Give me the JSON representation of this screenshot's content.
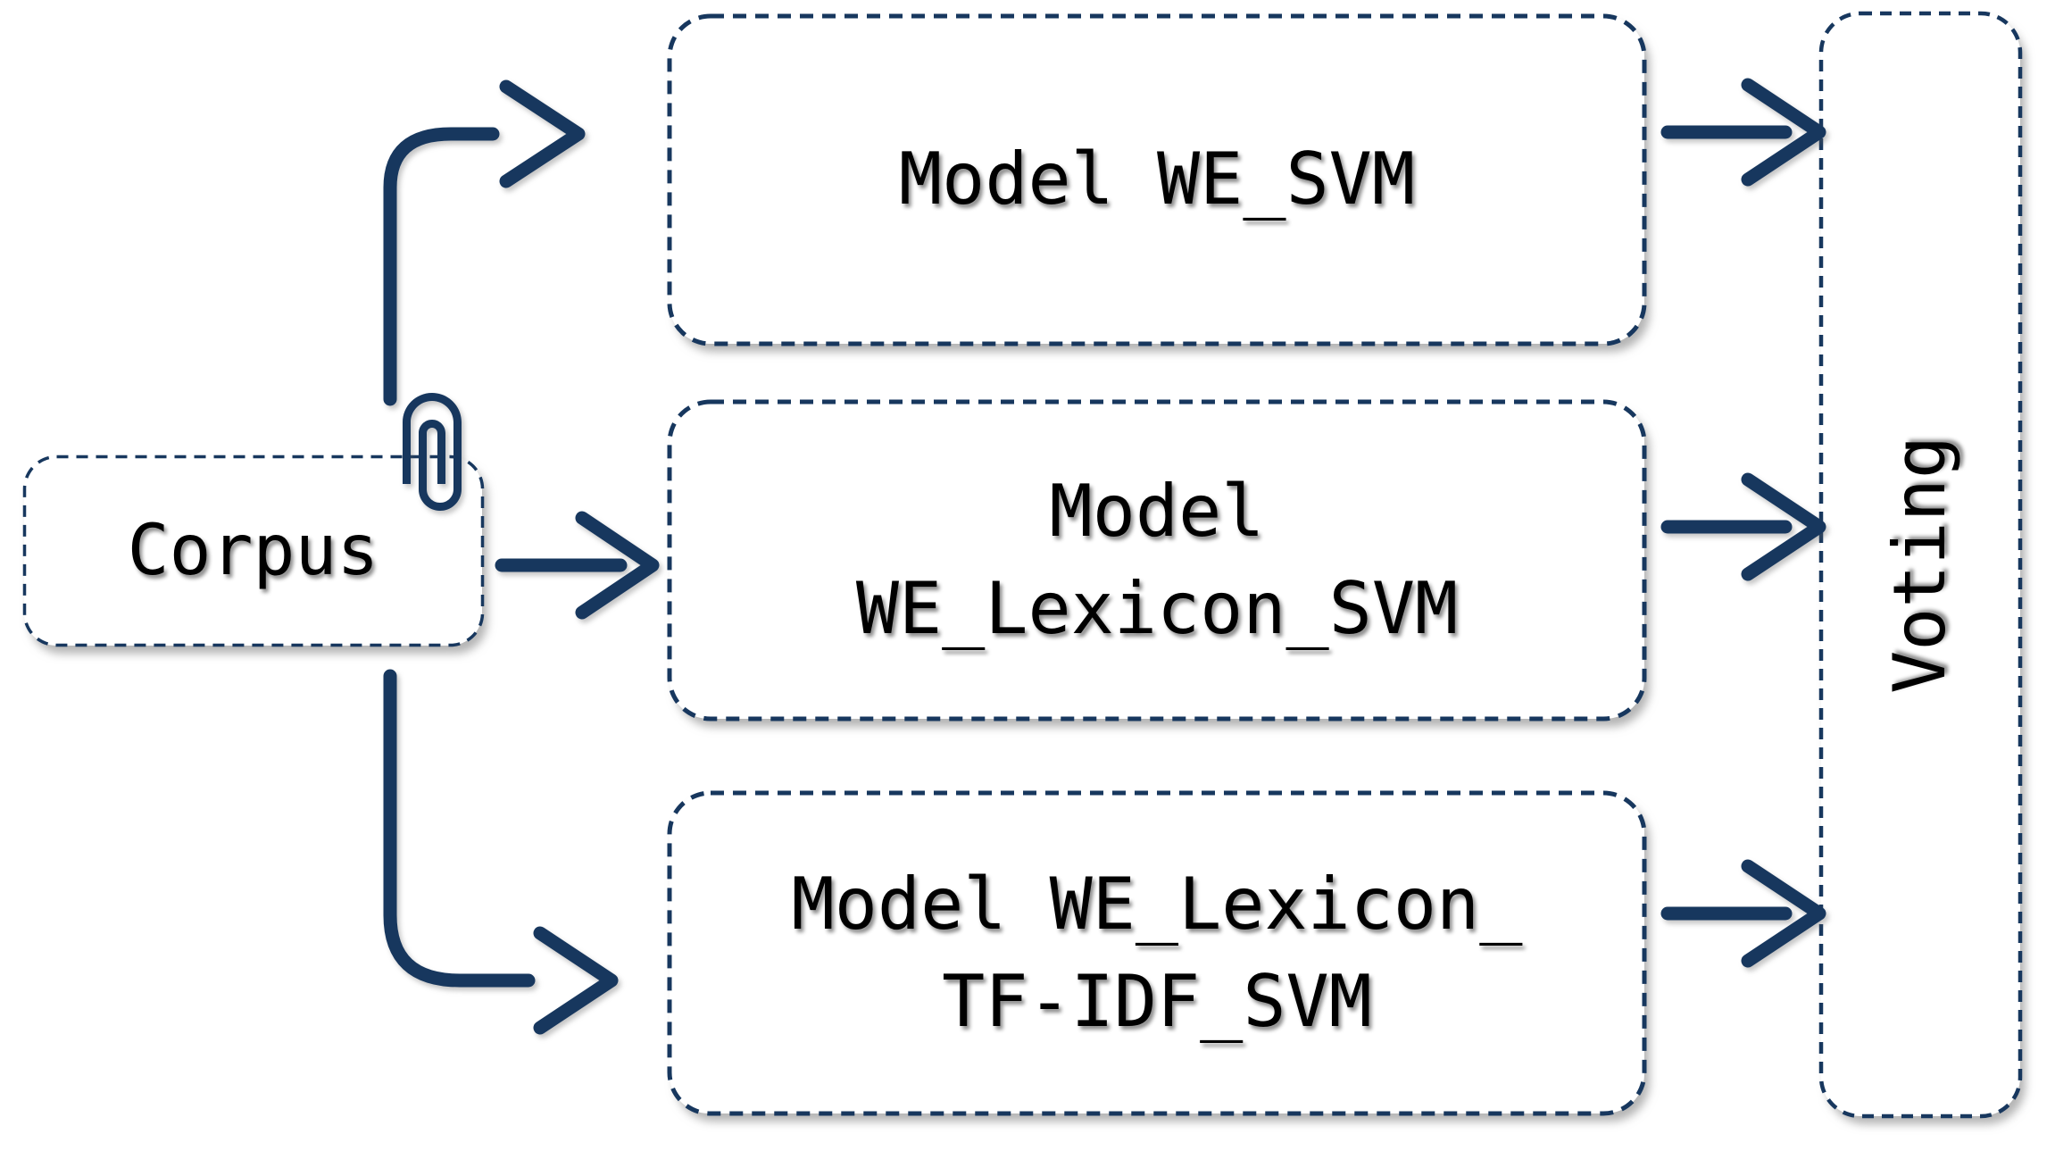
{
  "diagram": {
    "background_color": "#ffffff",
    "line_color": "#17375e",
    "text_color": "#000000",
    "nodes": {
      "corpus": {
        "label": "Corpus"
      },
      "model_we_svm": {
        "lines": [
          "Model WE_SVM"
        ]
      },
      "model_we_lexicon_svm": {
        "lines": [
          "Model",
          "WE_Lexicon_SVM"
        ]
      },
      "model_we_lexicon_tfidf_svm": {
        "lines": [
          "Model WE_Lexicon_",
          "TF-IDF_SVM"
        ]
      },
      "voting": {
        "label": "Voting"
      }
    },
    "icons": [
      {
        "name": "paperclip-icon",
        "attached_to": "corpus"
      }
    ],
    "edges": [
      {
        "from": "corpus",
        "to": "model_we_svm"
      },
      {
        "from": "corpus",
        "to": "model_we_lexicon_svm"
      },
      {
        "from": "corpus",
        "to": "model_we_lexicon_tfidf_svm"
      },
      {
        "from": "model_we_svm",
        "to": "voting"
      },
      {
        "from": "model_we_lexicon_svm",
        "to": "voting"
      },
      {
        "from": "model_we_lexicon_tfidf_svm",
        "to": "voting"
      }
    ]
  }
}
